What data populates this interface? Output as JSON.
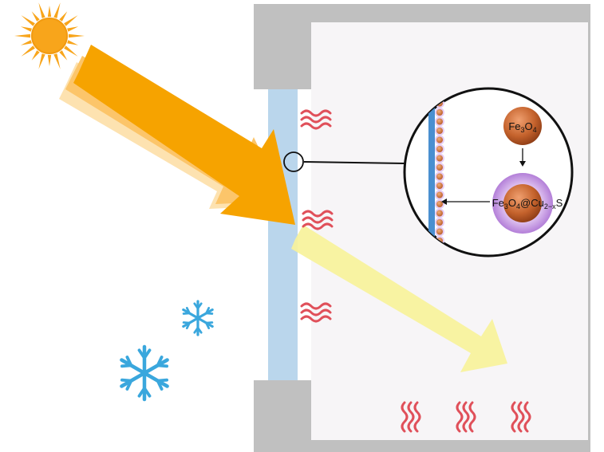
{
  "labels": {
    "core": {
      "base": "Fe",
      "sub1": "3",
      "mid": "O",
      "sub2": "4"
    },
    "shell": {
      "base": "Fe",
      "sub1": "3",
      "mid": "O",
      "sub2": "4",
      "at": "@Cu",
      "sub3": "2−x",
      "tail": "S"
    }
  },
  "icons": [
    "sun-icon",
    "snowflake-icon",
    "heat-wave-icon"
  ],
  "colors": {
    "sun": "#f8a51b",
    "sunlight_arrow": "#f6a300",
    "transmitted_arrow": "#f7f29a",
    "glass": "#bad6ec",
    "wall": "#c0c0c0",
    "room": "#f7f5f7",
    "heat": "#e0505a",
    "snow": "#3aa7dd",
    "core": "#c4622c",
    "shell": "#c9a3e4",
    "film": "#4a8fd0"
  }
}
